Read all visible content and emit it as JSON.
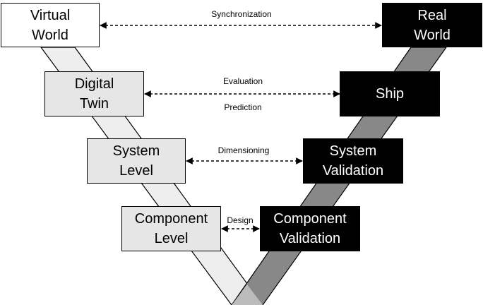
{
  "diagram": {
    "left_boxes": [
      {
        "id": "virtual-world",
        "text": "Virtual\nWorld"
      },
      {
        "id": "digital-twin",
        "text": "Digital\nTwin"
      },
      {
        "id": "system-level",
        "text": "System\nLevel"
      },
      {
        "id": "component-level",
        "text": "Component\nLevel"
      }
    ],
    "right_boxes": [
      {
        "id": "real-world",
        "text": "Real\nWorld"
      },
      {
        "id": "ship",
        "text": "Ship"
      },
      {
        "id": "system-validation",
        "text": "System\nValidation"
      },
      {
        "id": "component-validation",
        "text": "Component\nValidation"
      }
    ],
    "arrow_labels": {
      "synchronization": "Synchronization",
      "evaluation": "Evaluation",
      "prediction": "Prediction",
      "dimensioning": "Dimensioning",
      "design": "Design"
    },
    "colors": {
      "left_band": "#eeeeee",
      "right_band": "#888888",
      "left_box_fill": "#e6e6e6",
      "right_box_fill": "#000000",
      "top_left_box_fill": "#ffffff"
    }
  }
}
